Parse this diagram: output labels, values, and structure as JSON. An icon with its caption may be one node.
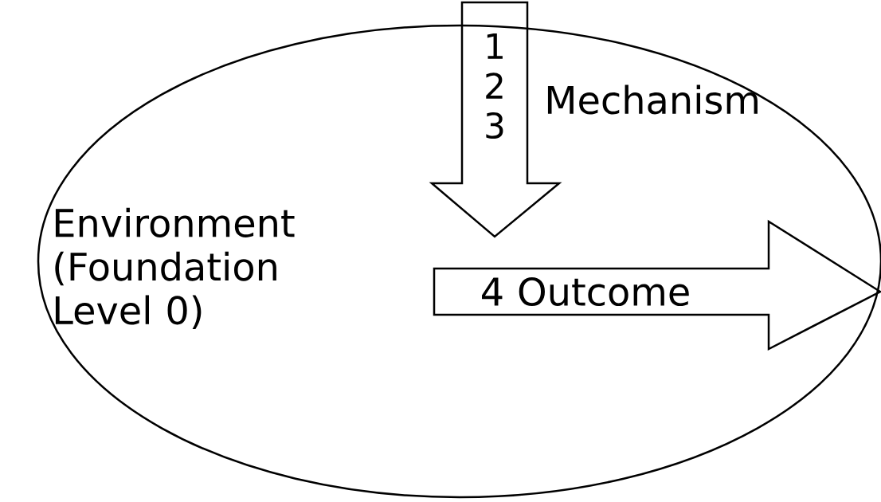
{
  "diagram": {
    "nodes": [
      {
        "text": [
          "Environment (Foundation Level 0)"
        ]
      },
      {
        "text": [
          "1 2 3"
        ],
        "beside": [
          "Mechanism"
        ]
      },
      {
        "text": [
          "4 Outcome"
        ],
        "in": 0
      }
    ]
  }
}
